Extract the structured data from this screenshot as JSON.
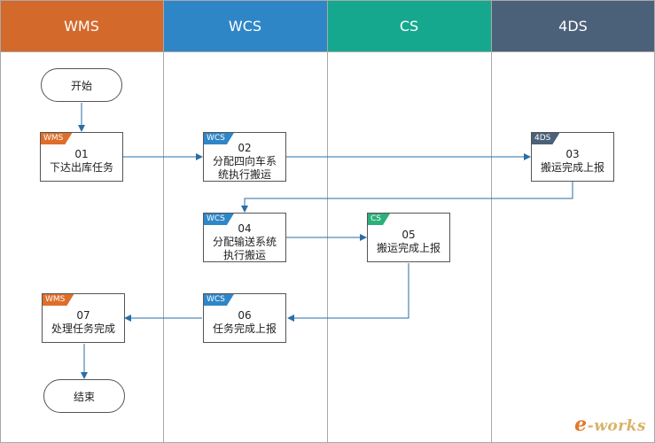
{
  "lanes": [
    {
      "name": "WMS",
      "color": "#d4692c"
    },
    {
      "name": "WCS",
      "color": "#2f86c7"
    },
    {
      "name": "CS",
      "color": "#15a88e"
    },
    {
      "name": "4DS",
      "color": "#4b6079"
    }
  ],
  "start_label": "开始",
  "end_label": "结束",
  "steps": [
    {
      "tag": "WMS",
      "num": "01",
      "label": "下达出库任务"
    },
    {
      "tag": "WCS",
      "num": "02",
      "label": "分配四向车系\n统执行搬运"
    },
    {
      "tag": "4DS",
      "num": "03",
      "label": "搬运完成上报"
    },
    {
      "tag": "WCS",
      "num": "04",
      "label": "分配输送系统\n执行搬运"
    },
    {
      "tag": "CS",
      "num": "05",
      "label": "搬运完成上报"
    },
    {
      "tag": "WCS",
      "num": "06",
      "label": "任务完成上报"
    },
    {
      "tag": "WMS",
      "num": "07",
      "label": "处理任务完成"
    }
  ],
  "logo": {
    "prefix": "e",
    "suffix": "-works"
  }
}
